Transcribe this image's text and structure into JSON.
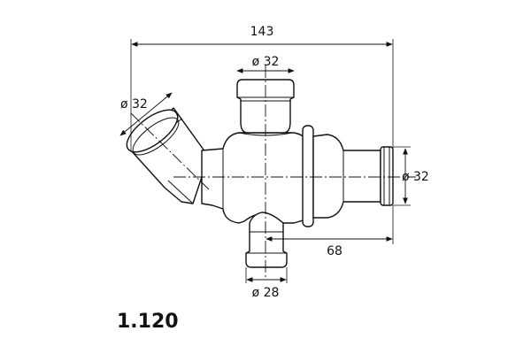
{
  "drawing": {
    "dimensions": {
      "overall_length": "143",
      "top_port_diameter": "ø 32",
      "angled_port_diameter": "ø 32",
      "right_port_diameter": "ø 32",
      "bottom_port_offset": "68",
      "bottom_port_diameter": "ø 28"
    },
    "part_number": "1.120"
  }
}
